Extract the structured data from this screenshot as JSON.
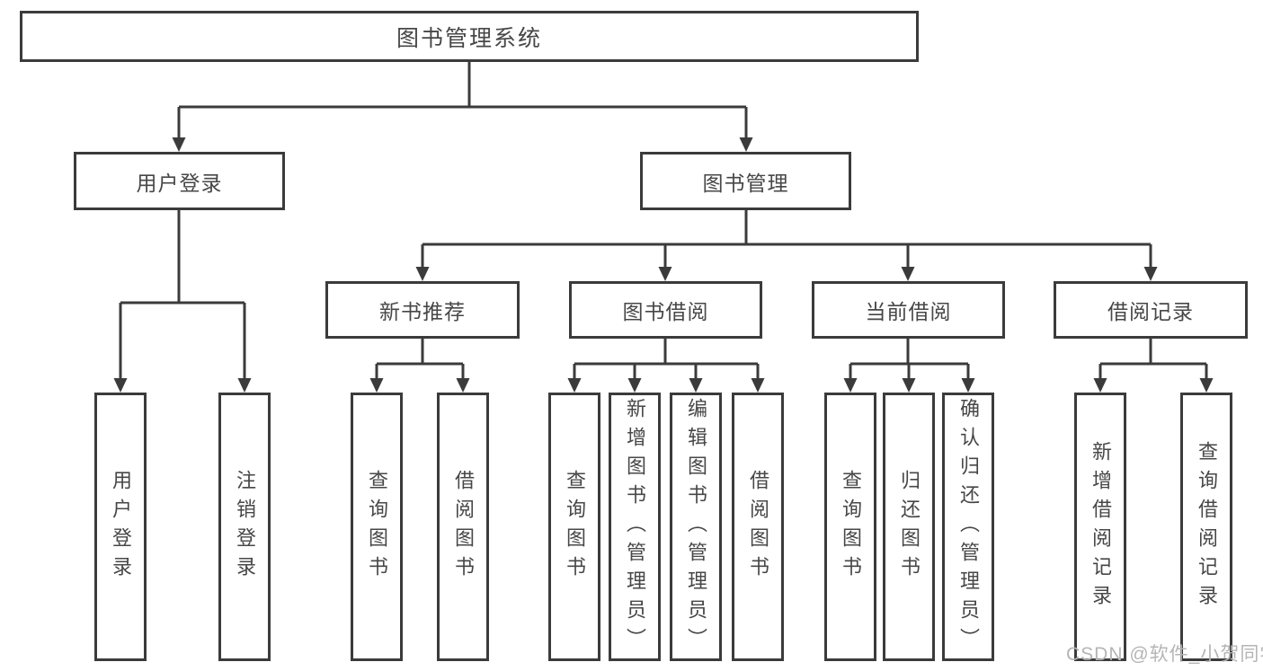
{
  "diagram": {
    "root": {
      "label": "图书管理系统"
    },
    "level2": {
      "user_login": {
        "label": "用户登录"
      },
      "book_management": {
        "label": "图书管理"
      }
    },
    "level3": {
      "new_book": {
        "label": "新书推荐"
      },
      "book_borrow": {
        "label": "图书借阅"
      },
      "current_borrow": {
        "label": "当前借阅"
      },
      "borrow_record": {
        "label": "借阅记录"
      }
    },
    "leaves": {
      "user_login": [
        "用户登录",
        "注销登录"
      ],
      "new_book": [
        "查询图书",
        "借阅图书"
      ],
      "book_borrow": [
        "查询图书",
        "新增图书（管理员）",
        "编辑图书（管理员）",
        "借阅图书"
      ],
      "current_borrow": [
        "查询图书",
        "归还图书",
        "确认归还（管理员）"
      ],
      "borrow_record": [
        "新增借阅记录",
        "查询借阅记录"
      ]
    },
    "colors": {
      "line": "#3b3b3b",
      "text": "#474747",
      "background": "#ffffff",
      "watermark_text": "#b5b5b5"
    }
  },
  "watermark": {
    "label": "CSDN @软件_小贺同学"
  }
}
